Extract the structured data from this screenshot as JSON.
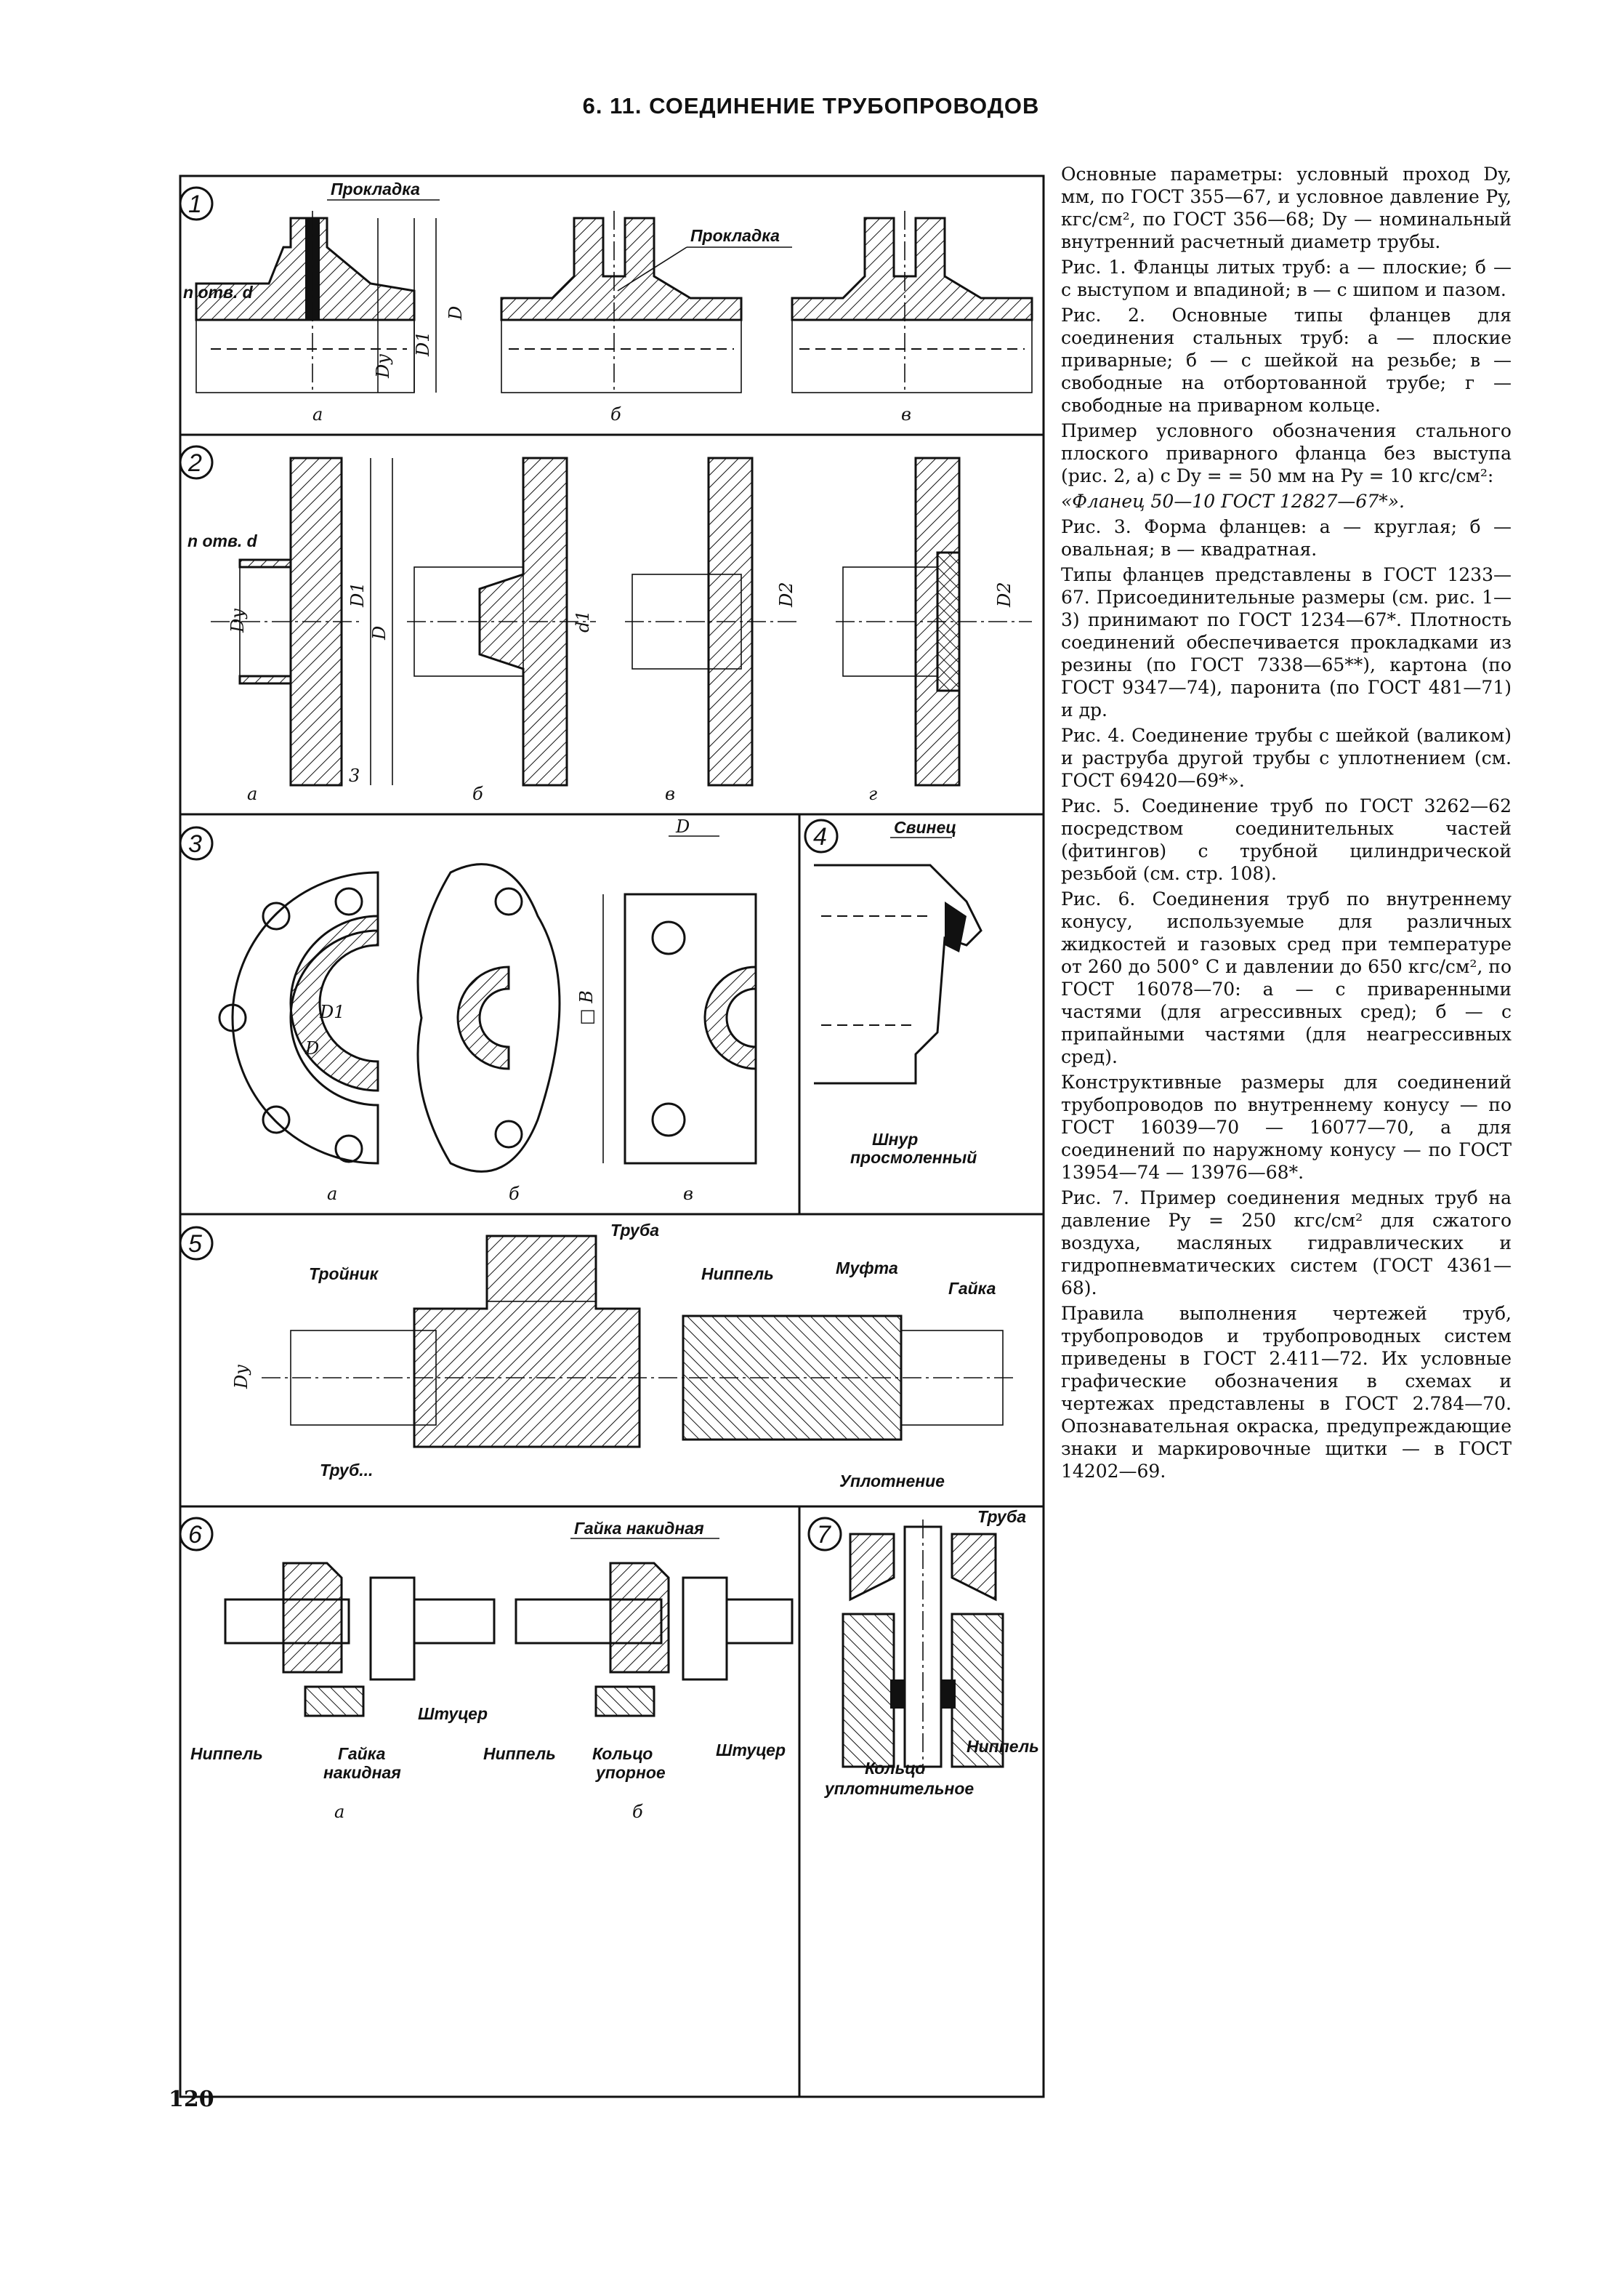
{
  "header": {
    "title": "6. 11. СОЕДИНЕНИЕ ТРУБОПРОВОДОВ"
  },
  "figures": {
    "fig1": {
      "num": "1",
      "labels": [
        "Прокладка",
        "Прокладка",
        "n отв. d",
        "D",
        "D1",
        "Dy"
      ],
      "subs": [
        "а",
        "б",
        "в"
      ]
    },
    "fig2": {
      "num": "2",
      "labels": [
        "n отв. d",
        "Dy",
        "D1",
        "D",
        "d1",
        "D2",
        "D2",
        "3"
      ],
      "subs": [
        "а",
        "б",
        "в",
        "г"
      ]
    },
    "fig3": {
      "num": "3",
      "labels": [
        "D",
        "D1",
        "D",
        "□ B"
      ],
      "subs": [
        "а",
        "б",
        "в"
      ]
    },
    "fig4": {
      "num": "4",
      "labels": [
        "Свинец",
        "Шнур",
        "просмоленный"
      ]
    },
    "fig5": {
      "num": "5",
      "labels": [
        "Труба",
        "Тройник",
        "Ниппель",
        "Муфта",
        "Гайка",
        "Dy",
        "Труб...",
        "Уплотнение"
      ]
    },
    "fig6": {
      "num": "6",
      "labels": [
        "Гайка накидная",
        "Штуцер",
        "Ниппель",
        "Гайка",
        "накидная",
        "Ниппель",
        "Кольцо",
        "упорное",
        "Штуцер"
      ],
      "subs": [
        "а",
        "б"
      ]
    },
    "fig7": {
      "num": "7",
      "labels": [
        "Труба",
        "Ниппель",
        "Кольцо",
        "уплотнительное"
      ]
    }
  },
  "text": [
    "Основные параметры: условный проход Dy, мм, по ГОСТ 355—67, и условное давление Py, кгс/см², по ГОСТ 356—68; Dy — номинальный внутренний расчетный диаметр трубы.",
    "Рис. 1. Фланцы литых труб: а — плоские; б — с выступом и впадиной; в — с шипом и пазом.",
    "Рис. 2. Основные типы фланцев для соединения стальных труб: а — плоские приварные; б — с шейкой на резьбе; в — свободные на отбортованной трубе; г — свободные на приварном кольце.",
    "Пример условного обозначения стального плоского приварного фланца без выступа (рис. 2, а) с Dy = = 50 мм на Py = 10 кгс/см²:",
    "«Фланец 50—10 ГОСТ 12827—67*».",
    "Рис. 3. Форма фланцев: а — круглая; б — овальная; в — квадратная.",
    "Типы фланцев представлены в ГОСТ 1233—67. Присоединительные размеры (см. рис. 1—3) принимают по ГОСТ 1234—67*. Плотность соединений обеспечивается прокладками из резины (по ГОСТ 7338—65**), картона (по ГОСТ 9347—74), паронита (по ГОСТ 481—71) и др.",
    "Рис. 4. Соединение трубы с шейкой (валиком) и раструба другой трубы с уплотнением (см. ГОСТ 69420—69*».",
    "Рис. 5. Соединение труб по ГОСТ 3262—62 посредством соединительных частей (фитингов) с трубной цилиндрической резьбой (см. стр. 108).",
    "Рис. 6. Соединения труб по внутреннему конусу, используемые для различных жидкостей и газовых сред при температуре от 260 до 500° С и давлении до 650 кгс/см², по ГОСТ 16078—70: а — с приваренными частями (для агрессивных сред); б — с припайными частями (для неагрессивных сред).",
    "Конструктивные размеры для соединений трубопроводов по внутреннему конусу — по ГОСТ 16039—70 — 16077—70, а для соединений по наружному конусу — по ГОСТ 13954—74 — 13976—68*.",
    "Рис. 7. Пример соединения медных труб на давление Py = 250 кгс/см² для сжатого воздуха, масляных гидравлических и гидропневматических систем (ГОСТ 4361—68).",
    "Правила выполнения чертежей труб, трубопроводов и трубопроводных систем приведены в ГОСТ 2.411—72. Их условные графические обозначения в схемах и чертежах представлены в ГОСТ 2.784—70. Опознавательная окраска, предупреждающие знаки и маркировочные щитки — в ГОСТ 14202—69."
  ],
  "page_number": "120"
}
